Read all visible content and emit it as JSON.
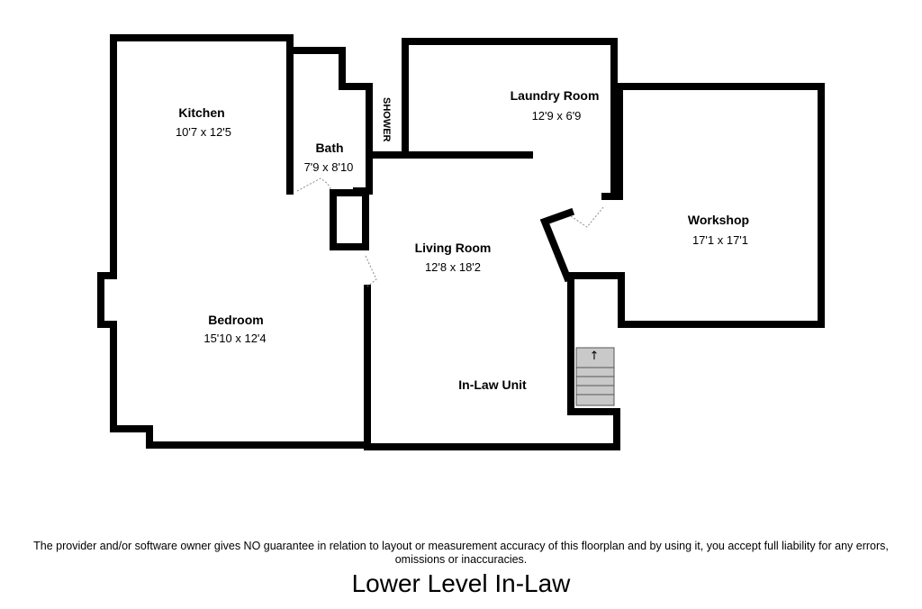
{
  "rooms": {
    "kitchen": {
      "name": "Kitchen",
      "dims": "10'7 x 12'5"
    },
    "bath": {
      "name": "Bath",
      "dims": "7'9 x 8'10"
    },
    "laundry": {
      "name": "Laundry Room",
      "dims": "12'9 x 6'9"
    },
    "workshop": {
      "name": "Workshop",
      "dims": "17'1 x 17'1"
    },
    "living": {
      "name": "Living Room",
      "dims": "12'8 x 18'2"
    },
    "bedroom": {
      "name": "Bedroom",
      "dims": "15'10 x 12'4"
    }
  },
  "shower_label": "SHOWER",
  "unit_label": "In-Law Unit",
  "stair_arrow": "↑",
  "disclaimer": "The provider and/or software owner gives NO guarantee in relation to layout or measurement accuracy of this floorplan and by using it, you accept full liability for any errors, omissions or inaccuracies.",
  "plan_title": "Lower Level In-Law",
  "colors": {
    "wall": "#000000",
    "stair": "#c9c9c9",
    "door_swing": "#8a8a8a"
  }
}
